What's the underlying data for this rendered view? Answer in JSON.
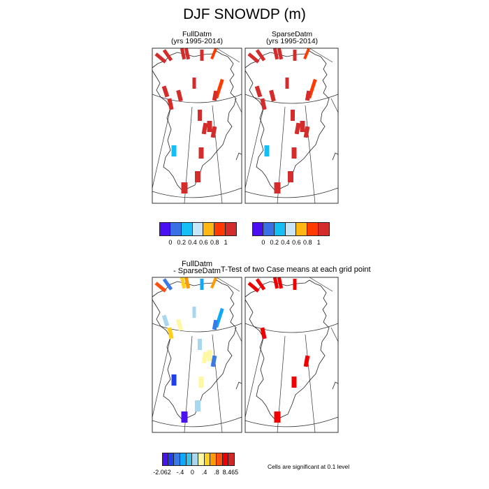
{
  "title": "DJF SNOWDP (m)",
  "panels": [
    {
      "title": "FullDatm",
      "subtitle": "(yrs 1995-2014)"
    },
    {
      "title": "SparseDatm",
      "subtitle": "(yrs 1995-2014)"
    },
    {
      "title": "FullDatm",
      "subtitle": "- SparseDatm"
    },
    {
      "title": "T-Test of two Case means at each grid point"
    }
  ],
  "colorbar_top": {
    "colors": [
      "#4a10f0",
      "#3a70e6",
      "#14bff5",
      "#c8e6f5",
      "#ffb714",
      "#ff3b00",
      "#d42b2b"
    ],
    "labels": [
      "0",
      "0.2",
      "0.4",
      "0.6",
      "0.8",
      "1"
    ]
  },
  "colorbar_diff": {
    "colors": [
      "#4812f2",
      "#2040ee",
      "#3a7ae8",
      "#10a8f8",
      "#3cc0e8",
      "#a8d8f0",
      "#fff8a0",
      "#ffd020",
      "#ff9a00",
      "#ff5010",
      "#f00000",
      "#d02828"
    ],
    "labels": [
      "-2.062",
      "-.4",
      "0",
      ".4",
      ".8",
      "8.465"
    ]
  },
  "significance_note": "Cells are significant at 0.1 level",
  "cells": {
    "full": [
      6,
      6,
      6,
      6,
      6,
      5,
      6,
      6,
      6,
      5,
      6,
      6,
      6,
      6,
      6,
      6,
      6,
      2,
      6,
      6
    ],
    "sparse": [
      6,
      6,
      6,
      6,
      6,
      5,
      6,
      6,
      6,
      5,
      6,
      6,
      6,
      6,
      6,
      6,
      6,
      2,
      6,
      6
    ],
    "diff": [
      9,
      2,
      7,
      8,
      3,
      8,
      5,
      6,
      5,
      3,
      2,
      7,
      6,
      5,
      6,
      6,
      2,
      1,
      5,
      0
    ],
    "ttest": [
      10,
      10,
      10,
      10,
      10,
      -1,
      -1,
      -1,
      -1,
      -1,
      -1,
      10,
      -1,
      -1,
      -1,
      10,
      10,
      -1,
      -1,
      10
    ]
  }
}
